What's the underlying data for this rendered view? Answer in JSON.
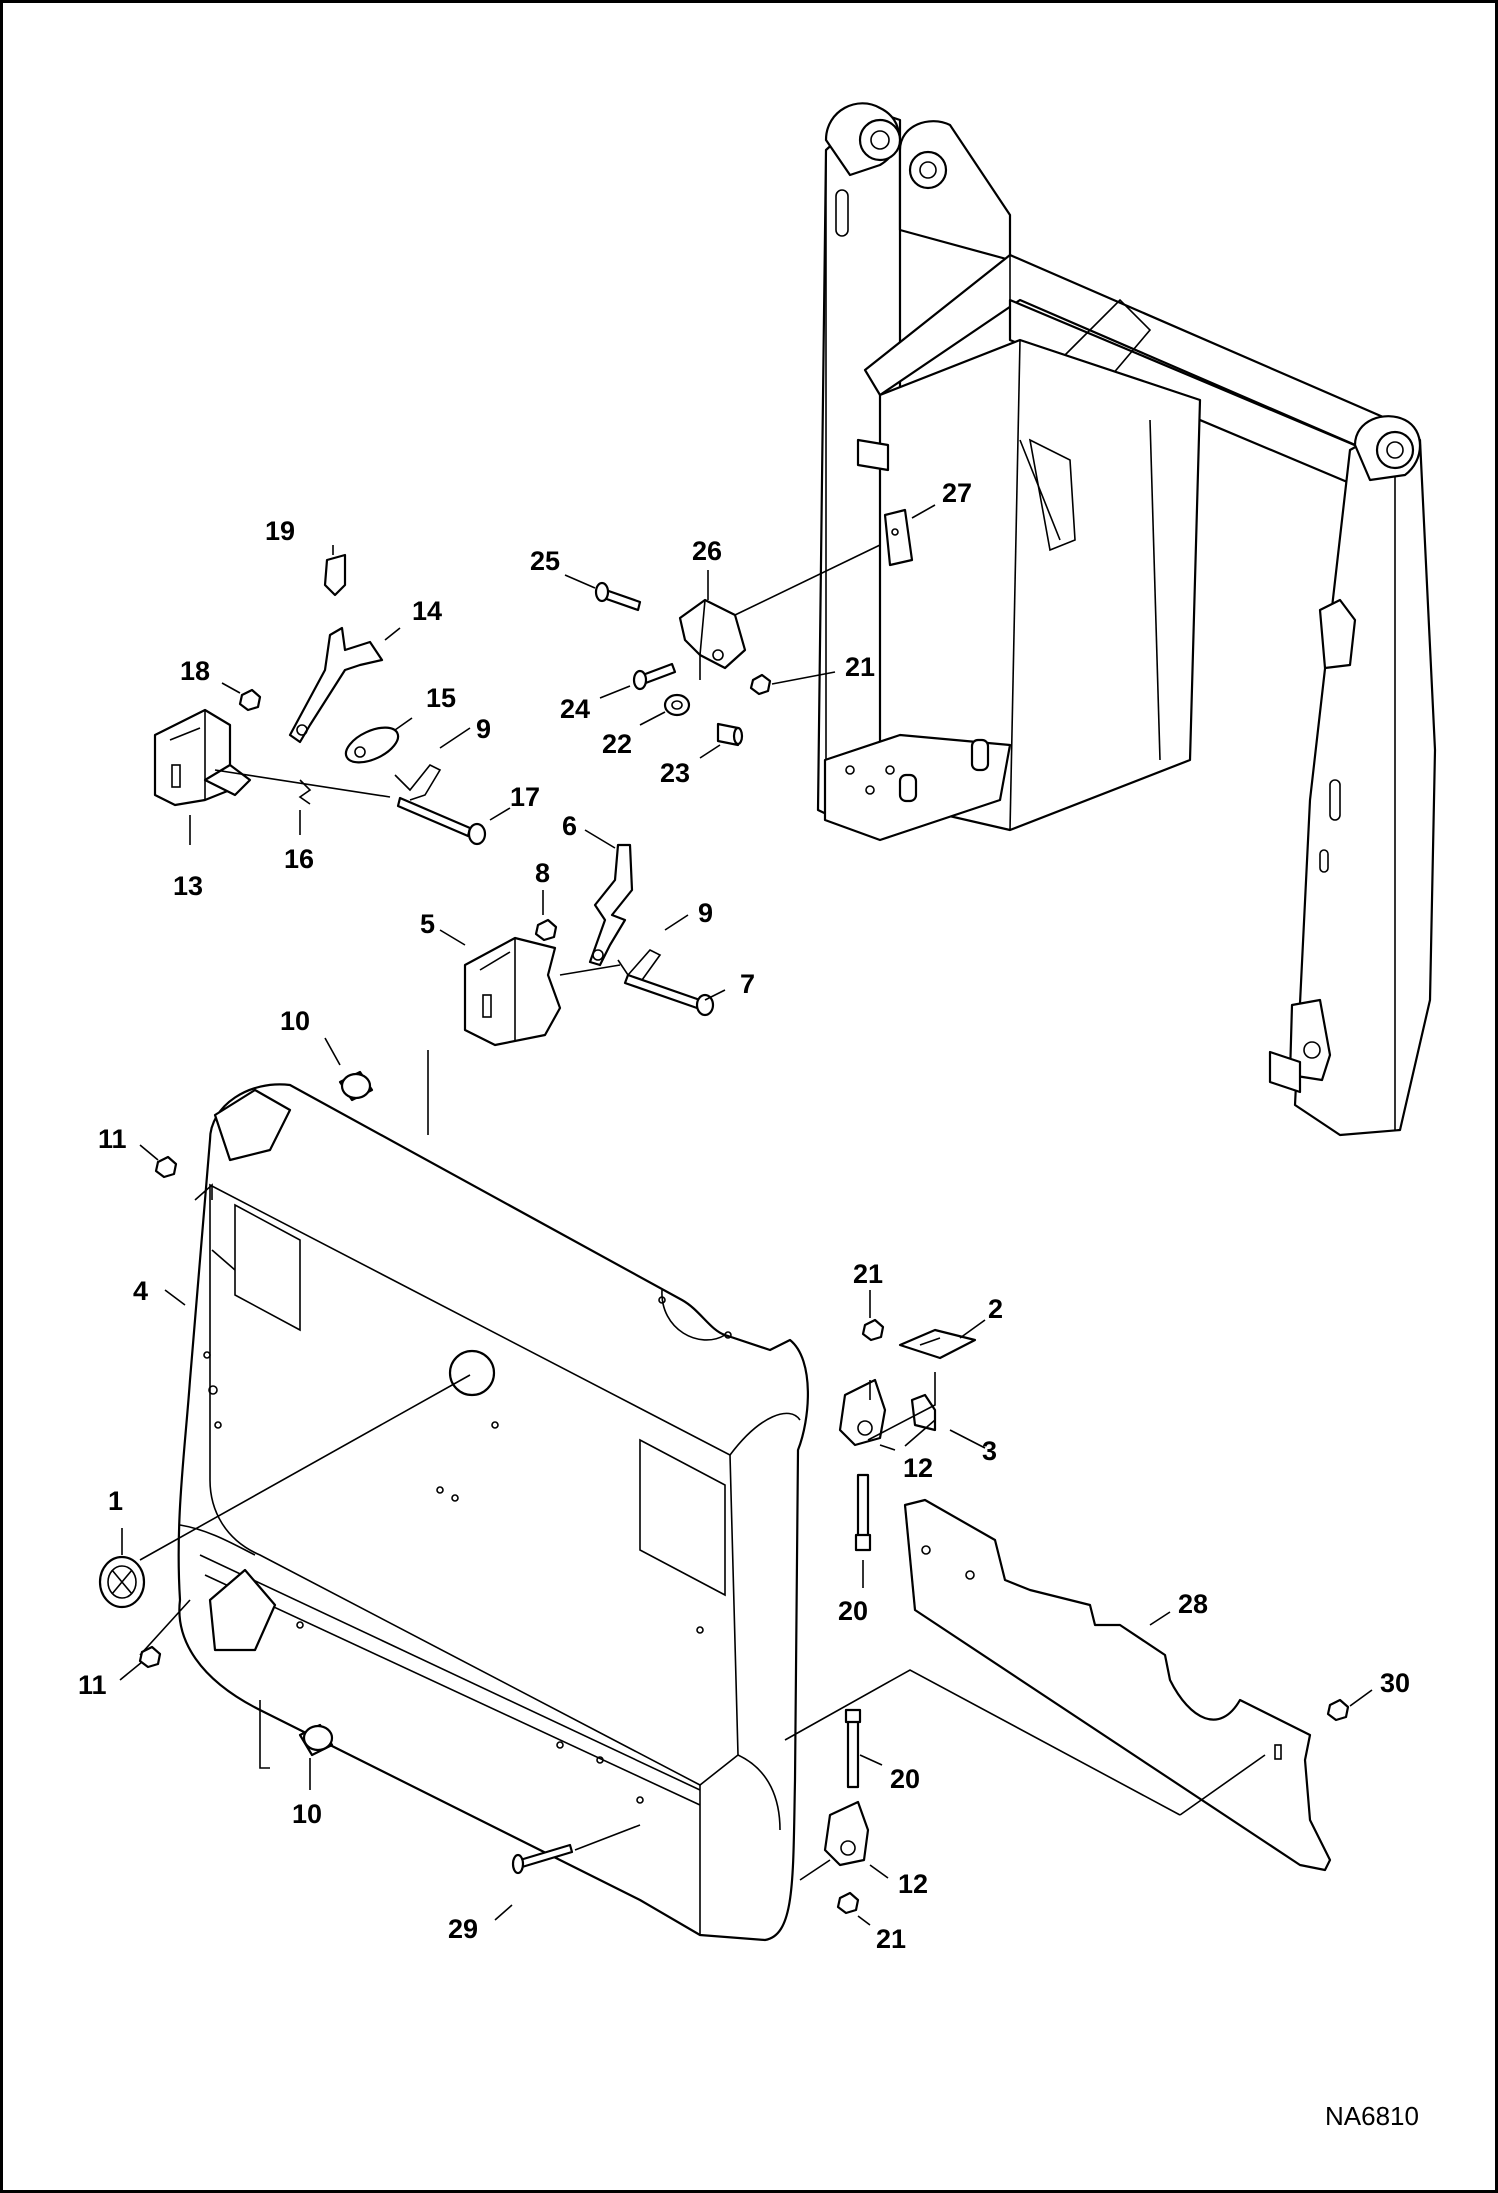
{
  "diagram": {
    "drawing_number": "NA6810",
    "callouts": [
      {
        "id": "c1",
        "text": "1"
      },
      {
        "id": "c2",
        "text": "2"
      },
      {
        "id": "c3",
        "text": "3"
      },
      {
        "id": "c4",
        "text": "4"
      },
      {
        "id": "c5",
        "text": "5"
      },
      {
        "id": "c6",
        "text": "6"
      },
      {
        "id": "c7",
        "text": "7"
      },
      {
        "id": "c8",
        "text": "8"
      },
      {
        "id": "c9a",
        "text": "9"
      },
      {
        "id": "c9b",
        "text": "9"
      },
      {
        "id": "c10a",
        "text": "10"
      },
      {
        "id": "c10b",
        "text": "10"
      },
      {
        "id": "c11a",
        "text": "11"
      },
      {
        "id": "c11b",
        "text": "11"
      },
      {
        "id": "c12a",
        "text": "12"
      },
      {
        "id": "c12b",
        "text": "12"
      },
      {
        "id": "c13",
        "text": "13"
      },
      {
        "id": "c14",
        "text": "14"
      },
      {
        "id": "c15",
        "text": "15"
      },
      {
        "id": "c16",
        "text": "16"
      },
      {
        "id": "c17",
        "text": "17"
      },
      {
        "id": "c18",
        "text": "18"
      },
      {
        "id": "c19",
        "text": "19"
      },
      {
        "id": "c20a",
        "text": "20"
      },
      {
        "id": "c20b",
        "text": "20"
      },
      {
        "id": "c21a",
        "text": "21"
      },
      {
        "id": "c21b",
        "text": "21"
      },
      {
        "id": "c21c",
        "text": "21"
      },
      {
        "id": "c22",
        "text": "22"
      },
      {
        "id": "c23",
        "text": "23"
      },
      {
        "id": "c24",
        "text": "24"
      },
      {
        "id": "c25",
        "text": "25"
      },
      {
        "id": "c26",
        "text": "26"
      },
      {
        "id": "c27",
        "text": "27"
      },
      {
        "id": "c28",
        "text": "28"
      },
      {
        "id": "c29",
        "text": "29"
      },
      {
        "id": "c30",
        "text": "30"
      }
    ]
  }
}
